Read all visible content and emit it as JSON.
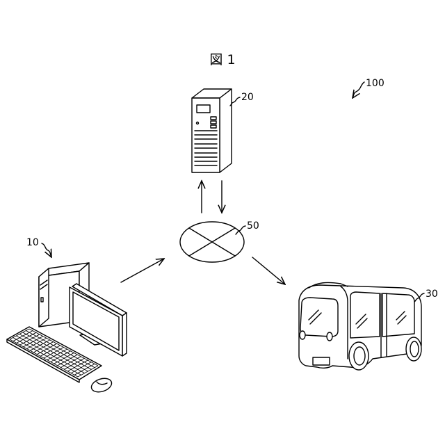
{
  "figure": {
    "title": "図 1"
  },
  "labels": {
    "system": "100",
    "terminal": "10",
    "server": "20",
    "vehicle": "30",
    "network": "50"
  },
  "colors": {
    "line": "#000000",
    "background": "#ffffff"
  }
}
